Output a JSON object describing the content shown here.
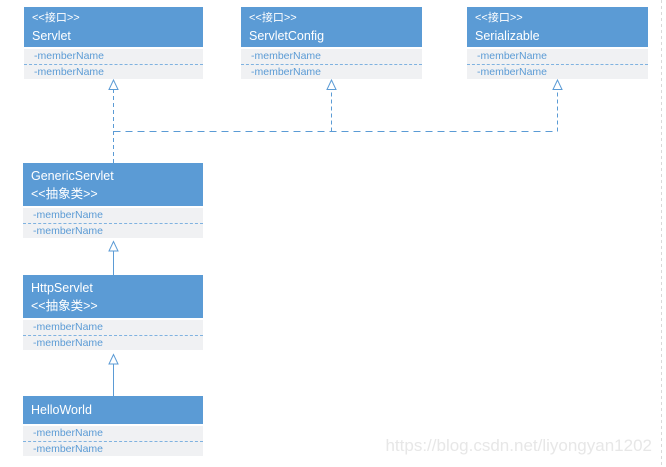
{
  "diagram": {
    "classes": [
      {
        "stereotype": "<<接口>>",
        "name": "Servlet",
        "members": [
          "-memberName",
          "-memberName"
        ]
      },
      {
        "stereotype": "<<接口>>",
        "name": "ServletConfig",
        "members": [
          "-memberName",
          "-memberName"
        ]
      },
      {
        "stereotype": "<<接口>>",
        "name": "Serializable",
        "members": [
          "-memberName",
          "-memberName"
        ]
      },
      {
        "stereotype": "<<抽象类>>",
        "name": "GenericServlet",
        "members": [
          "-memberName",
          "-memberName"
        ]
      },
      {
        "stereotype": "<<抽象类>>",
        "name": "HttpServlet",
        "members": [
          "-memberName",
          "-memberName"
        ]
      },
      {
        "stereotype": "",
        "name": "HelloWorld",
        "members": [
          "-memberName",
          "-memberName"
        ]
      }
    ],
    "relationships": [
      {
        "from": "GenericServlet",
        "to": "Servlet",
        "type": "realization"
      },
      {
        "from": "GenericServlet",
        "to": "ServletConfig",
        "type": "realization"
      },
      {
        "from": "GenericServlet",
        "to": "Serializable",
        "type": "realization"
      },
      {
        "from": "HttpServlet",
        "to": "GenericServlet",
        "type": "generalization"
      },
      {
        "from": "HelloWorld",
        "to": "HttpServlet",
        "type": "generalization"
      }
    ],
    "colors": {
      "header_fill": "#5b9bd5",
      "header_text": "#ffffff",
      "body_fill": "#f0f1f3",
      "member_text": "#5b9bd5",
      "separator": "#7fb2e0",
      "connector": "#5b9bd5",
      "page_break": "#d9d9d9",
      "watermark_text": "#e7e7e7"
    }
  },
  "watermark": {
    "text": "https://blog.csdn.net/liyongyan1202"
  }
}
